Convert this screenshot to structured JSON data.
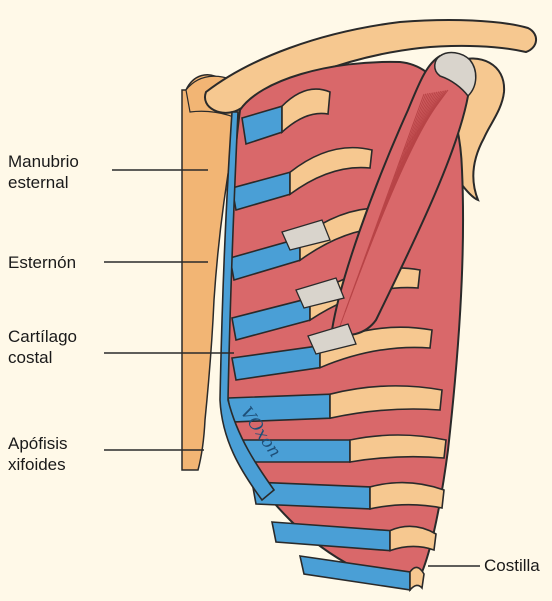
{
  "labels": {
    "manubrio": [
      "Manubrio",
      "esternal"
    ],
    "esternon": [
      "Esternón"
    ],
    "cartilago": [
      "Cartílago",
      "costal"
    ],
    "apofisis": [
      "Apófisis",
      "xifoides"
    ],
    "costilla": [
      "Costilla"
    ]
  },
  "signature": "VOxon",
  "colors": {
    "background": "#fff9e8",
    "skin": "#f2b574",
    "bone": "#f6c890",
    "cartilage": "#4a9fd6",
    "muscle": "#d9686a",
    "muscle_dark": "#b84447",
    "tendon": "#d9d4cc",
    "outline": "#2a2a2a"
  }
}
